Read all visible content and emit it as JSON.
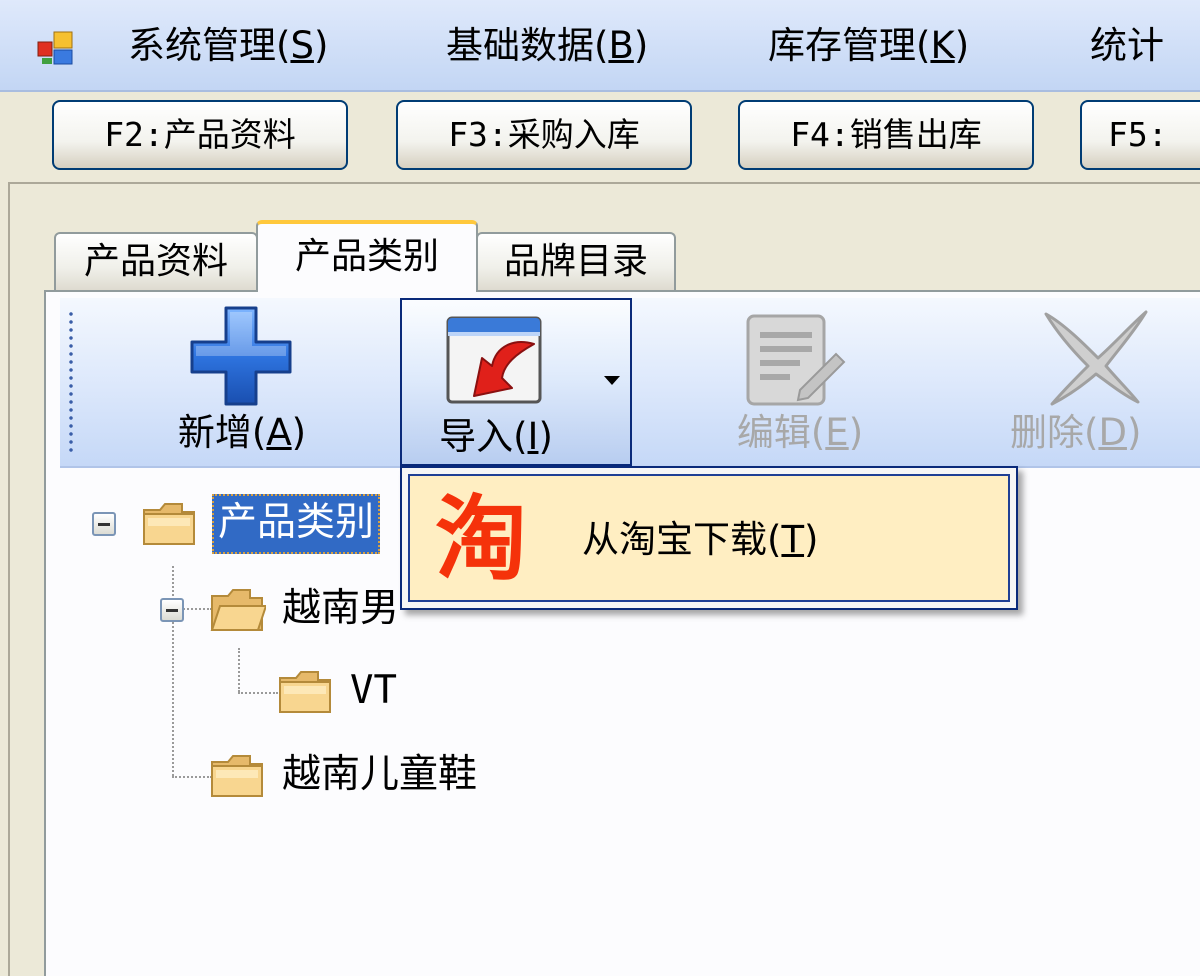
{
  "menubar": {
    "items": [
      {
        "text": "系统管理(",
        "key": "S",
        "close": ")"
      },
      {
        "text": "基础数据(",
        "key": "B",
        "close": ")"
      },
      {
        "text": "库存管理(",
        "key": "K",
        "close": ")"
      },
      {
        "text": "统计",
        "key": "",
        "close": ""
      }
    ]
  },
  "shortcuts": [
    "F2:产品资料",
    "F3:采购入库",
    "F4:销售出库",
    "F5:"
  ],
  "tabs": [
    "产品资料",
    "产品类别",
    "品牌目录"
  ],
  "toolbar": {
    "add": {
      "text": "新增(",
      "key": "A",
      "close": ")"
    },
    "import": {
      "text": "导入(",
      "key": "I",
      "close": ")"
    },
    "edit": {
      "text": "编辑(",
      "key": "E",
      "close": ")"
    },
    "delete": {
      "text": "删除(",
      "key": "D",
      "close": ")"
    }
  },
  "tree": {
    "root": "产品类别",
    "child1": "越南男",
    "child1_1": "VT",
    "child2": "越南儿童鞋"
  },
  "dropdown": {
    "glyph": "淘",
    "item": {
      "text": "从淘宝下载(",
      "key": "T",
      "close": ")"
    }
  },
  "colors": {
    "selection": "#316ac5",
    "menu_highlight": "#ffeec2",
    "taobao_red": "#f5320a",
    "active_tab_accent": "#ffc83c"
  }
}
